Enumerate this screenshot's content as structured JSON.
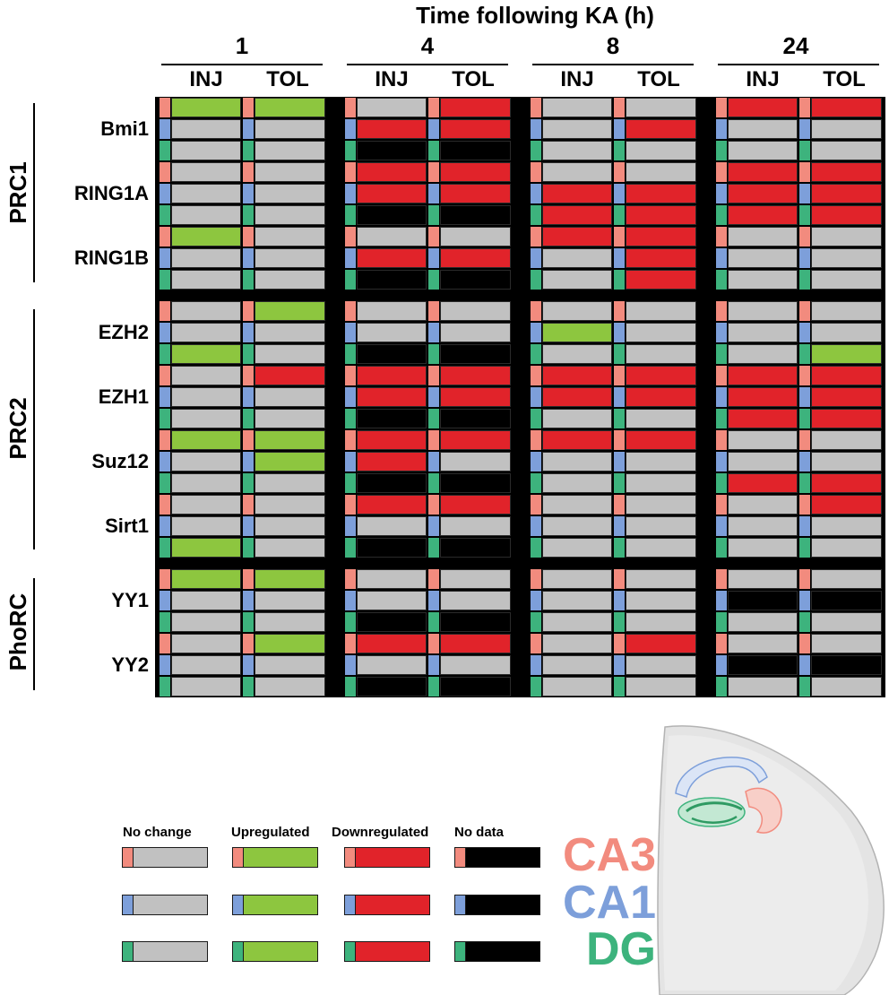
{
  "chart_data": {
    "type": "heatmap",
    "title": "Time following KA (h)",
    "time_points": [
      "1",
      "4",
      "8",
      "24"
    ],
    "conditions": [
      "INJ",
      "TOL"
    ],
    "regions": [
      "CA3",
      "CA1",
      "DG"
    ],
    "states": [
      "No change",
      "Upregulated",
      "Downregulated",
      "No data"
    ],
    "groups": [
      {
        "name": "PRC1",
        "genes": [
          {
            "name": "Bmi1",
            "CA3": [
              "Upregulated",
              "Upregulated",
              "No change",
              "Downregulated",
              "No change",
              "No change",
              "Downregulated",
              "Downregulated"
            ],
            "CA1": [
              "No change",
              "No change",
              "Downregulated",
              "Downregulated",
              "No change",
              "Downregulated",
              "No change",
              "No change"
            ],
            "DG": [
              "No change",
              "No change",
              "No data",
              "No data",
              "No change",
              "No change",
              "No change",
              "No change"
            ]
          },
          {
            "name": "RING1A",
            "CA3": [
              "No change",
              "No change",
              "Downregulated",
              "Downregulated",
              "No change",
              "No change",
              "Downregulated",
              "Downregulated"
            ],
            "CA1": [
              "No change",
              "No change",
              "Downregulated",
              "Downregulated",
              "Downregulated",
              "Downregulated",
              "Downregulated",
              "Downregulated"
            ],
            "DG": [
              "No change",
              "No change",
              "No data",
              "No data",
              "Downregulated",
              "Downregulated",
              "Downregulated",
              "Downregulated"
            ]
          },
          {
            "name": "RING1B",
            "CA3": [
              "Upregulated",
              "No change",
              "No change",
              "No change",
              "Downregulated",
              "Downregulated",
              "No change",
              "No change"
            ],
            "CA1": [
              "No change",
              "No change",
              "Downregulated",
              "Downregulated",
              "No change",
              "Downregulated",
              "No change",
              "No change"
            ],
            "DG": [
              "No change",
              "No change",
              "No data",
              "No data",
              "No change",
              "Downregulated",
              "No change",
              "No change"
            ]
          }
        ]
      },
      {
        "name": "PRC2",
        "genes": [
          {
            "name": "EZH2",
            "CA3": [
              "No change",
              "Upregulated",
              "No change",
              "No change",
              "No change",
              "No change",
              "No change",
              "No change"
            ],
            "CA1": [
              "No change",
              "No change",
              "No change",
              "No change",
              "Upregulated",
              "No change",
              "No change",
              "No change"
            ],
            "DG": [
              "Upregulated",
              "No change",
              "No data",
              "No data",
              "No change",
              "No change",
              "No change",
              "Upregulated"
            ]
          },
          {
            "name": "EZH1",
            "CA3": [
              "No change",
              "Downregulated",
              "Downregulated",
              "Downregulated",
              "Downregulated",
              "Downregulated",
              "Downregulated",
              "Downregulated"
            ],
            "CA1": [
              "No change",
              "No change",
              "Downregulated",
              "Downregulated",
              "Downregulated",
              "Downregulated",
              "Downregulated",
              "Downregulated"
            ],
            "DG": [
              "No change",
              "No change",
              "No data",
              "No data",
              "No change",
              "No change",
              "Downregulated",
              "Downregulated"
            ]
          },
          {
            "name": "Suz12",
            "CA3": [
              "Upregulated",
              "Upregulated",
              "Downregulated",
              "Downregulated",
              "Downregulated",
              "Downregulated",
              "No change",
              "No change"
            ],
            "CA1": [
              "No change",
              "Upregulated",
              "Downregulated",
              "No change",
              "No change",
              "No change",
              "No change",
              "No change"
            ],
            "DG": [
              "No change",
              "No change",
              "No data",
              "No data",
              "No change",
              "No change",
              "Downregulated",
              "Downregulated"
            ]
          },
          {
            "name": "Sirt1",
            "CA3": [
              "No change",
              "No change",
              "Downregulated",
              "Downregulated",
              "No change",
              "No change",
              "No change",
              "Downregulated"
            ],
            "CA1": [
              "No change",
              "No change",
              "No change",
              "No change",
              "No change",
              "No change",
              "No change",
              "No change"
            ],
            "DG": [
              "Upregulated",
              "No change",
              "No data",
              "No data",
              "No change",
              "No change",
              "No change",
              "No change"
            ]
          }
        ]
      },
      {
        "name": "PhoRC",
        "genes": [
          {
            "name": "YY1",
            "CA3": [
              "Upregulated",
              "Upregulated",
              "No change",
              "No change",
              "No change",
              "No change",
              "No change",
              "No change"
            ],
            "CA1": [
              "No change",
              "No change",
              "No change",
              "No change",
              "No change",
              "No change",
              "No data",
              "No data"
            ],
            "DG": [
              "No change",
              "No change",
              "No data",
              "No data",
              "No change",
              "No change",
              "No change",
              "No change"
            ]
          },
          {
            "name": "YY2",
            "CA3": [
              "No change",
              "Upregulated",
              "Downregulated",
              "Downregulated",
              "No change",
              "Downregulated",
              "No change",
              "No change"
            ],
            "CA1": [
              "No change",
              "No change",
              "No change",
              "No change",
              "No change",
              "No change",
              "No data",
              "No data"
            ],
            "DG": [
              "No change",
              "No change",
              "No data",
              "No data",
              "No change",
              "No change",
              "No change",
              "No change"
            ]
          }
        ]
      }
    ]
  },
  "colors": {
    "states": {
      "No change": "#c1c1c1",
      "Upregulated": "#8dc63f",
      "Downregulated": "#e1232a",
      "No data": "#000000"
    },
    "regions": {
      "CA3": "#f28b7e",
      "CA1": "#7d9fda",
      "DG": "#3db37d"
    }
  }
}
